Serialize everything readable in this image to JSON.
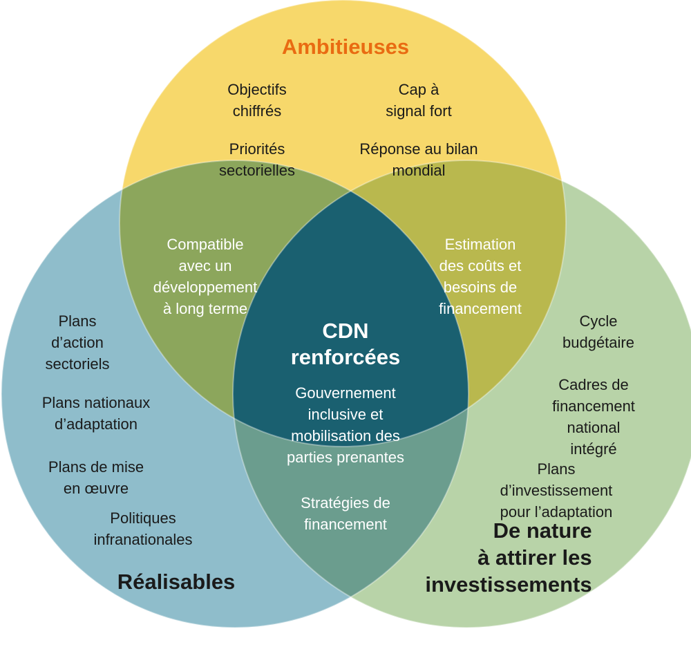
{
  "colors": {
    "ambitious_circle": "#f7d86b",
    "feasible_circle": "#8fbdcb",
    "investment_circle": "#b8d3a8",
    "overlap_top_left": "#8ca65c",
    "overlap_top_right": "#b9b84e",
    "overlap_bottom": "#6b9d8e",
    "center": "#1a6070",
    "title_orange": "#e96b12"
  },
  "circles": {
    "ambitious": {
      "title": "Ambitieuses",
      "items": [
        "Objectifs\nchiffrés",
        "Cap à\nsignal fort",
        "Priorités\nsectorielles",
        "Réponse au bilan\nmondial"
      ]
    },
    "feasible": {
      "title": "Réalisables",
      "items": [
        "Plans\nd’action\nsectoriels",
        "Plans nationaux\nd’adaptation",
        "Plans de mise\nen œuvre",
        "Politiques\ninfranationales"
      ]
    },
    "investment": {
      "title": "De nature\nà attirer les\ninvestissements",
      "items": [
        "Cycle\nbudgétaire",
        "Cadres de\nfinancement\nnational intégré",
        "Plans d’investissement\npour l’adaptation"
      ]
    }
  },
  "overlaps": {
    "ambitious_feasible": "Compatible\navec un\ndéveloppement\nà long terme",
    "ambitious_investment": "Estimation\ndes coûts et\nbesoins de\nfinancement",
    "feasible_investment": "Stratégies de\nfinancement"
  },
  "center": {
    "title": "CDN\nrenforcées",
    "text": "Gouvernement\ninclusive et\nmobilisation des\nparties prenantes"
  }
}
